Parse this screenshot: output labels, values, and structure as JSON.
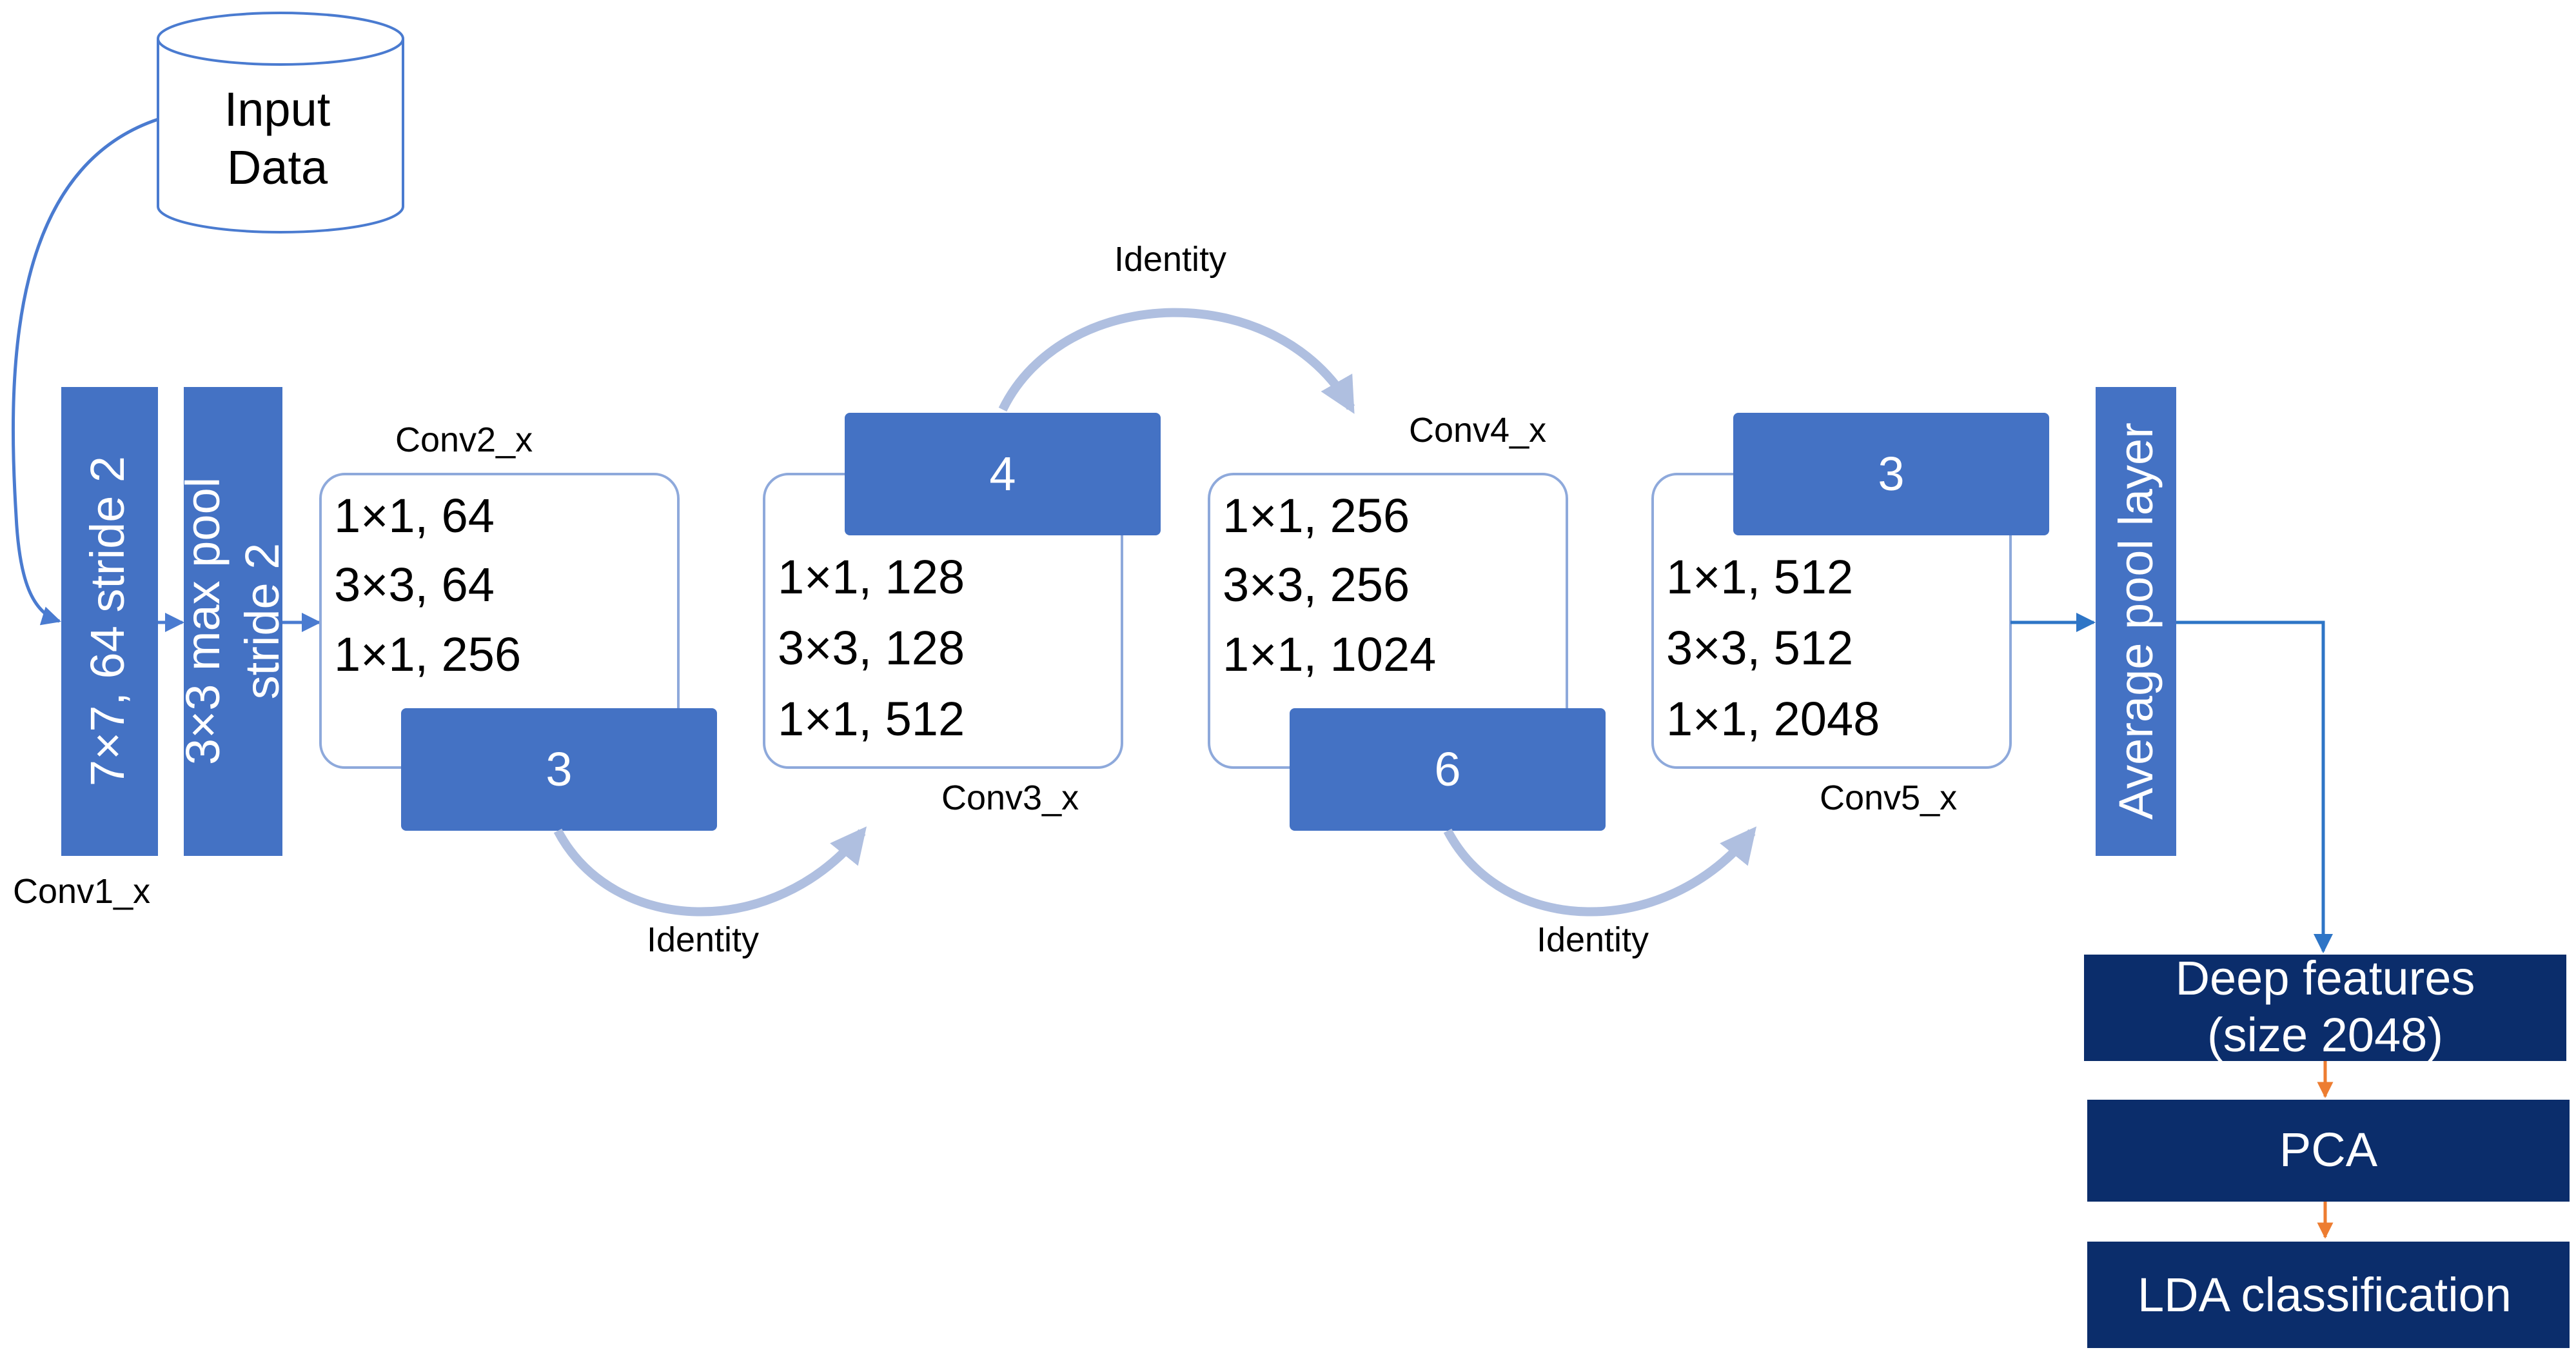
{
  "input": {
    "line1": "Input",
    "line2": "Data"
  },
  "conv1": {
    "label": "Conv1_x",
    "block1": "7×7, 64 stride 2",
    "block2_line1": "3×3 max pool",
    "block2_line2": "stride 2"
  },
  "conv2": {
    "label": "Conv2_x",
    "rows": [
      "1×1, 64",
      "3×3, 64",
      "1×1, 256"
    ],
    "repeat": "3"
  },
  "conv3": {
    "label": "Conv3_x",
    "rows": [
      "1×1, 128",
      "3×3, 128",
      "1×1, 512"
    ],
    "repeat": "4"
  },
  "conv4": {
    "label": "Conv4_x",
    "rows": [
      "1×1, 256",
      "3×3, 256",
      "1×1, 1024"
    ],
    "repeat": "6"
  },
  "conv5": {
    "label": "Conv5_x",
    "rows": [
      "1×1, 512",
      "3×3, 512",
      "1×1, 2048"
    ],
    "repeat": "3"
  },
  "identity": [
    "Identity",
    "Identity",
    "Identity"
  ],
  "avgpool": "Average pool layer",
  "deep_features": {
    "line1": "Deep features",
    "line2": "(size 2048)"
  },
  "pca": "PCA",
  "lda": "LDA classification",
  "colors": {
    "block_blue": "#4472C4",
    "navy": "#0B2D6B",
    "line_blue": "#4A7BD0",
    "identity_arc": "#AFBFE0",
    "box_border": "#8EA9DB",
    "orange_arrow": "#ED7D31"
  }
}
